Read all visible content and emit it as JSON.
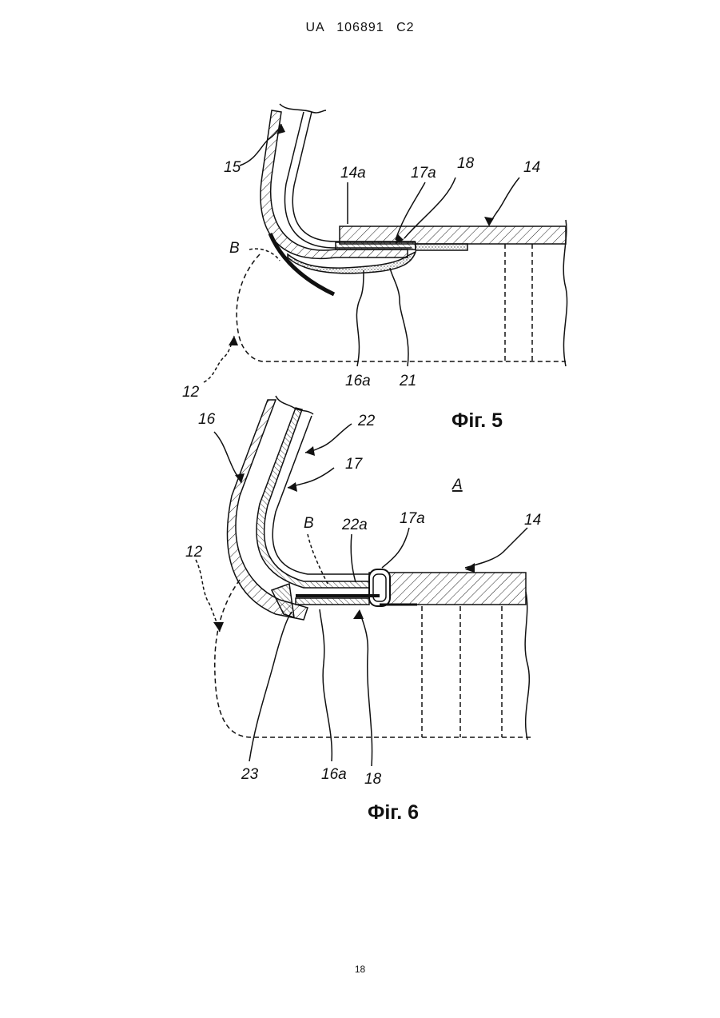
{
  "header": {
    "text": "UA   106891   C2"
  },
  "page_number": "18",
  "figures": [
    {
      "caption": "Фіг. 5",
      "labels": {
        "l15": "15",
        "l14a": "14a",
        "l17a": "17a",
        "l18": "18",
        "l14": "14",
        "lB": "B",
        "l12": "12",
        "l16a": "16a",
        "l21": "21"
      }
    },
    {
      "caption": "Фіг. 6",
      "labels": {
        "l16": "16",
        "l22": "22",
        "l17": "17",
        "lA": "A",
        "lB": "B",
        "l22a": "22a",
        "l17a": "17a",
        "l14": "14",
        "l12": "12",
        "l23": "23",
        "l16a": "16a",
        "l18": "18"
      }
    }
  ]
}
